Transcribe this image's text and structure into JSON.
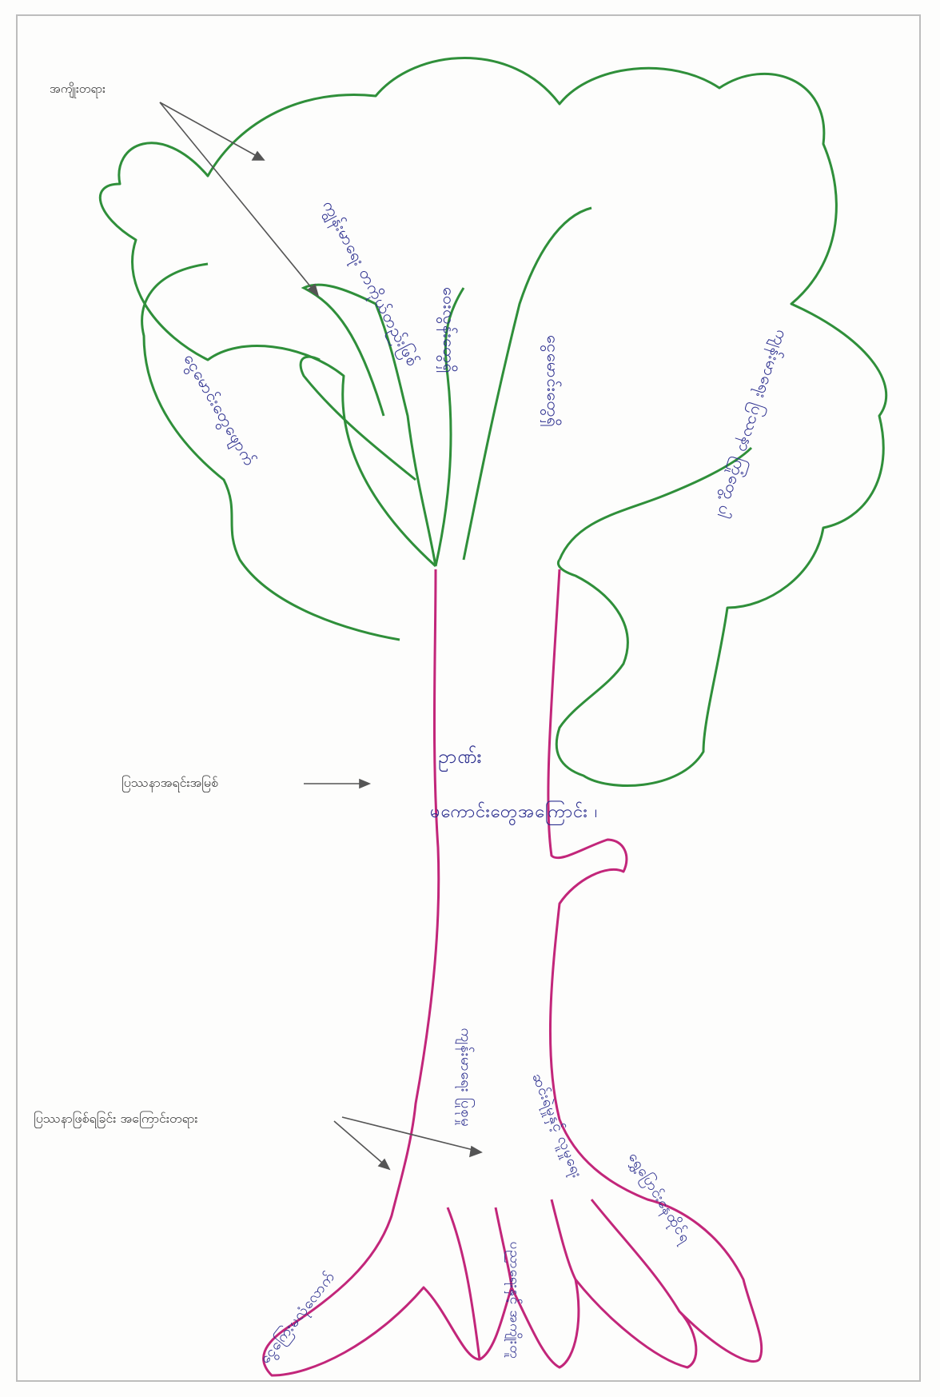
{
  "labels": {
    "fruits": "အကျိုးတရား",
    "core_problem": "ပြဿနာအရင်းအမြစ်",
    "causes": "ပြဿနာဖြစ်ရခြင်း အကြောင်းတရား"
  },
  "trunk_text": {
    "line1": "ဥာဏ်း",
    "line2": "မကောင်းတွေအကြောင်း ၊"
  },
  "branch_texts": [
    "ကျွန်းမာရေး တကိုယ်တည်းဖြစ်",
    "ဝေးလွန်းတွေရှိ",
    "ငွေမောင်းတွေရှိ",
    "ငွေမောင်းတွေဖျောက်",
    "ကျန်းမာရေး ပြဿနာ ကြုံတွေ့ ပါ"
  ],
  "root_texts": [
    "ငွေကြေးမလုံလောက်",
    "ကျန်းမာရေး ပြုစုမှု",
    "ပညာရေးနှင့် အကျိုးတူ",
    "ဆင်းရဲမှုနှင့် လူမှုရေး",
    "ရွှေ့ပြောင်းနေထိုင်ရ"
  ],
  "colors": {
    "canopy": "#2f8f3a",
    "trunk": "#c2267a",
    "ink": "#2c2f8f",
    "arrow": "#555555"
  }
}
